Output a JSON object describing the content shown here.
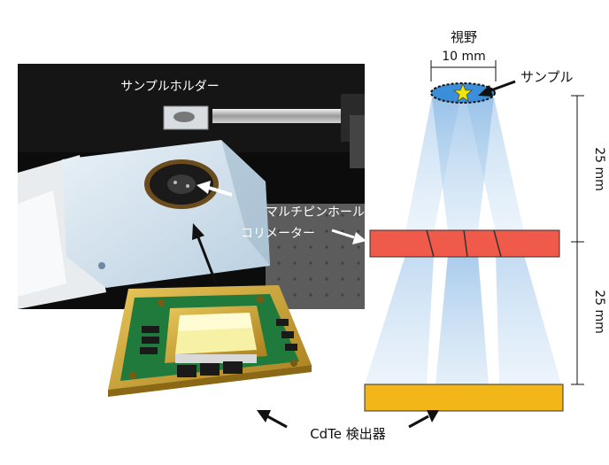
{
  "photo": {
    "sample_holder_label": "サンプルホルダー",
    "collimator_label_line1": "マルチピンホール",
    "collimator_label_line2": "コリメーター"
  },
  "detector_label": "CdTe 検出器",
  "schematic": {
    "fov_label": "視野",
    "fov_size": "10 mm",
    "sample_label": "サンプル",
    "dist_upper": "25 mm",
    "dist_lower": "25 mm"
  },
  "colors": {
    "collimator": "#f05a4a",
    "detector": "#f2b619",
    "beam": "#9fc6ea",
    "sample_disk": "#3a8fd8",
    "star": "#f2e600",
    "pcb": "#1f7a3c",
    "gold": "#c9a23a"
  }
}
